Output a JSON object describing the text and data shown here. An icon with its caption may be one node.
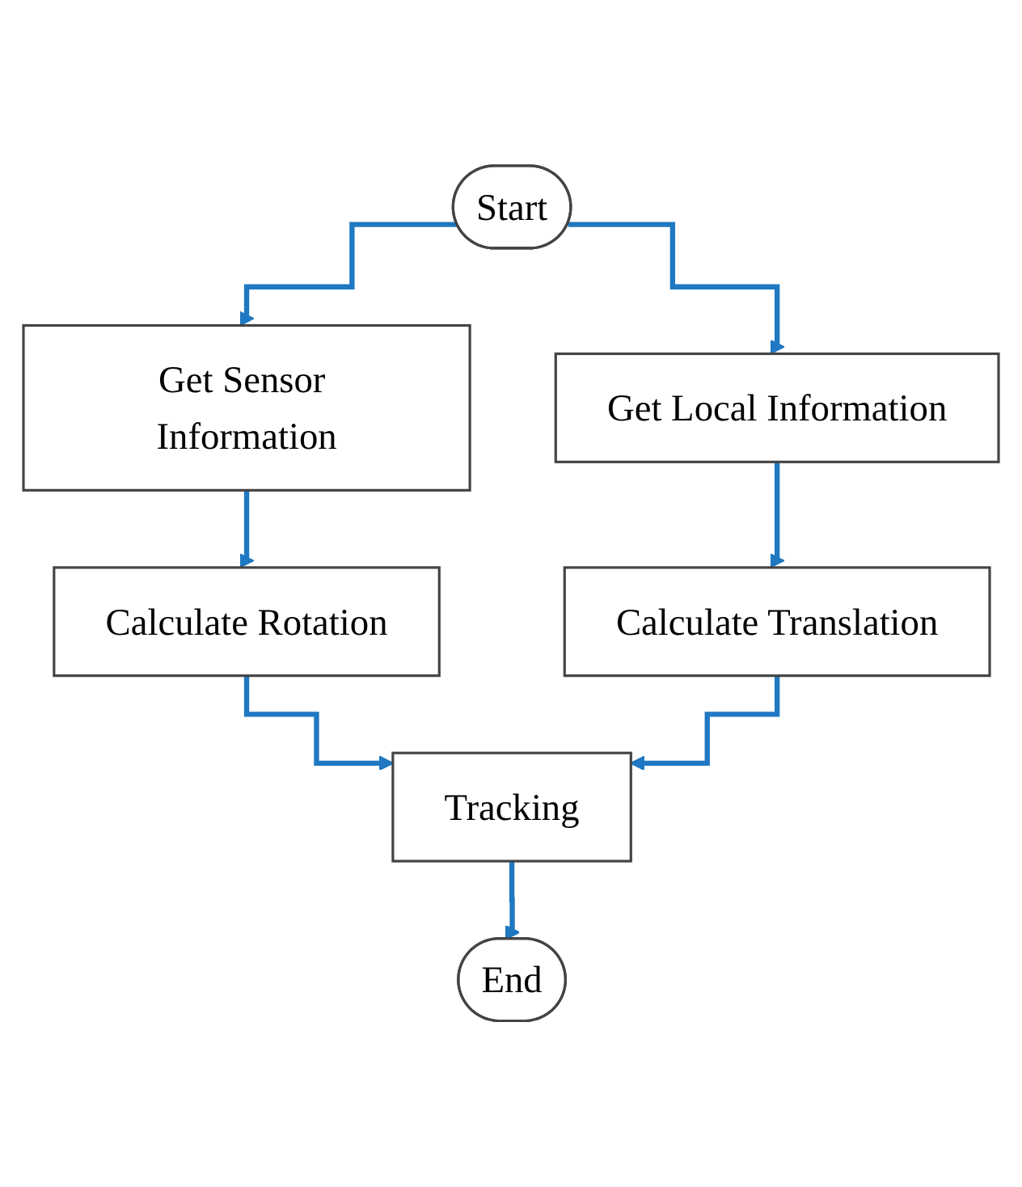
{
  "diagram": {
    "nodes": [
      {
        "text": [
          "Start"
        ]
      },
      {
        "text": [
          "Get Sensor Information"
        ]
      },
      {
        "text": [
          "Get Local Information"
        ]
      },
      {
        "text": [
          "Calculate Rotation"
        ]
      },
      {
        "text": [
          "Calculate Translation"
        ]
      },
      {
        "text": [
          "Tracking"
        ]
      },
      {
        "text": [
          "End"
        ]
      }
    ],
    "edges": [
      {
        "from": 0,
        "to": 1,
        "arrow": "to"
      },
      {
        "from": 0,
        "to": 2,
        "arrow": "to"
      },
      {
        "from": 1,
        "to": 3,
        "arrow": "to"
      },
      {
        "from": 2,
        "to": 4,
        "arrow": "to"
      },
      {
        "from": 3,
        "to": 5,
        "arrow": "to"
      },
      {
        "from": 4,
        "to": 5,
        "arrow": "to"
      },
      {
        "from": 5,
        "to": 6,
        "arrow": "to"
      }
    ]
  }
}
